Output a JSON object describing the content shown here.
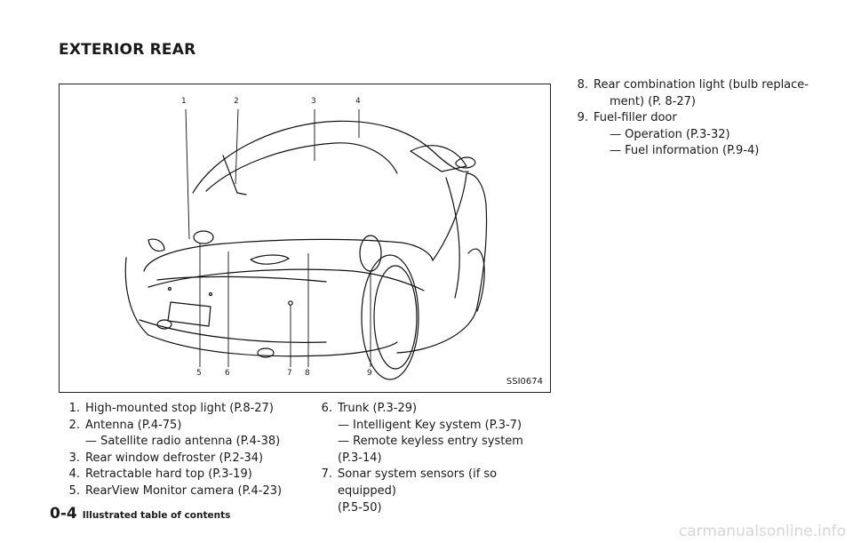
{
  "section_title": "EXTERIOR REAR",
  "figure": {
    "code": "SSI0674",
    "callouts_top": [
      "1",
      "2",
      "3",
      "4"
    ],
    "callouts_bottom": [
      "5",
      "6",
      "7",
      "8",
      "9"
    ]
  },
  "list_a": [
    {
      "num": "1.",
      "text": "High-mounted stop light (P.8-27)"
    },
    {
      "num": "2.",
      "text": "Antenna (P.4-75)",
      "sub": [
        "— Satellite radio antenna (P.4-38)"
      ]
    },
    {
      "num": "3.",
      "text": "Rear window defroster (P.2-34)"
    },
    {
      "num": "4.",
      "text": "Retractable hard top (P.3-19)"
    },
    {
      "num": "5.",
      "text": "RearView Monitor camera (P.4-23)"
    }
  ],
  "list_b": [
    {
      "num": "6.",
      "text": "Trunk (P.3-29)",
      "sub": [
        "— Intelligent Key system (P.3-7)",
        "— Remote keyless entry system",
        "(P.3-14)"
      ]
    },
    {
      "num": "7.",
      "text": "Sonar system sensors (if so equipped)",
      "cont": "(P.5-50)"
    }
  ],
  "list_c": [
    {
      "num": "8.",
      "text": "Rear combination light (bulb replace-",
      "cont": "ment) (P. 8-27)"
    },
    {
      "num": "9.",
      "text": "Fuel-filler door",
      "sub": [
        "— Operation (P.3-32)",
        "— Fuel information (P.9-4)"
      ]
    }
  ],
  "footer": {
    "page_number": "0-4",
    "title": "Illustrated table of contents"
  },
  "watermark": "carmanualsonline.info"
}
